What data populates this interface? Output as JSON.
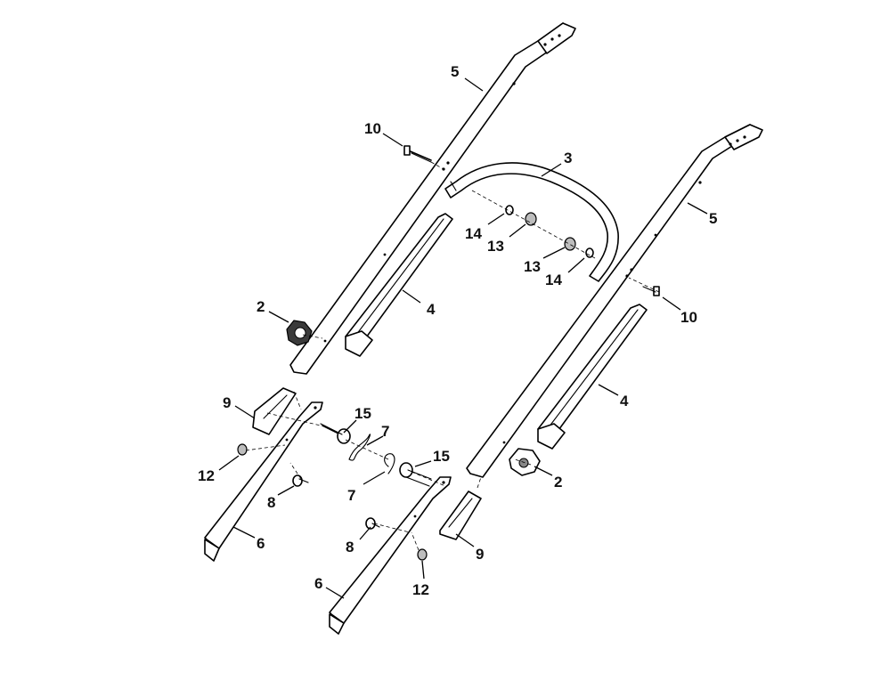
{
  "callouts": [
    {
      "id": "label-5-left",
      "text": "5"
    },
    {
      "id": "label-10-top",
      "text": "10"
    },
    {
      "id": "label-3",
      "text": "3"
    },
    {
      "id": "label-14-left",
      "text": "14"
    },
    {
      "id": "label-13-left",
      "text": "13"
    },
    {
      "id": "label-5-right",
      "text": "5"
    },
    {
      "id": "label-13-right",
      "text": "13"
    },
    {
      "id": "label-14-right",
      "text": "14"
    },
    {
      "id": "label-10-right",
      "text": "10"
    },
    {
      "id": "label-2-left",
      "text": "2"
    },
    {
      "id": "label-4-left",
      "text": "4"
    },
    {
      "id": "label-4-right",
      "text": "4"
    },
    {
      "id": "label-9-left",
      "text": "9"
    },
    {
      "id": "label-15-left",
      "text": "15"
    },
    {
      "id": "label-7-left",
      "text": "7"
    },
    {
      "id": "label-12-left",
      "text": "12"
    },
    {
      "id": "label-15-right",
      "text": "15"
    },
    {
      "id": "label-2-right",
      "text": "2"
    },
    {
      "id": "label-8-left",
      "text": "8"
    },
    {
      "id": "label-7-right",
      "text": "7"
    },
    {
      "id": "label-6-left",
      "text": "6"
    },
    {
      "id": "label-8-right",
      "text": "8"
    },
    {
      "id": "label-9-right",
      "text": "9"
    },
    {
      "id": "label-6-right",
      "text": "6"
    },
    {
      "id": "label-12-right",
      "text": "12"
    }
  ]
}
